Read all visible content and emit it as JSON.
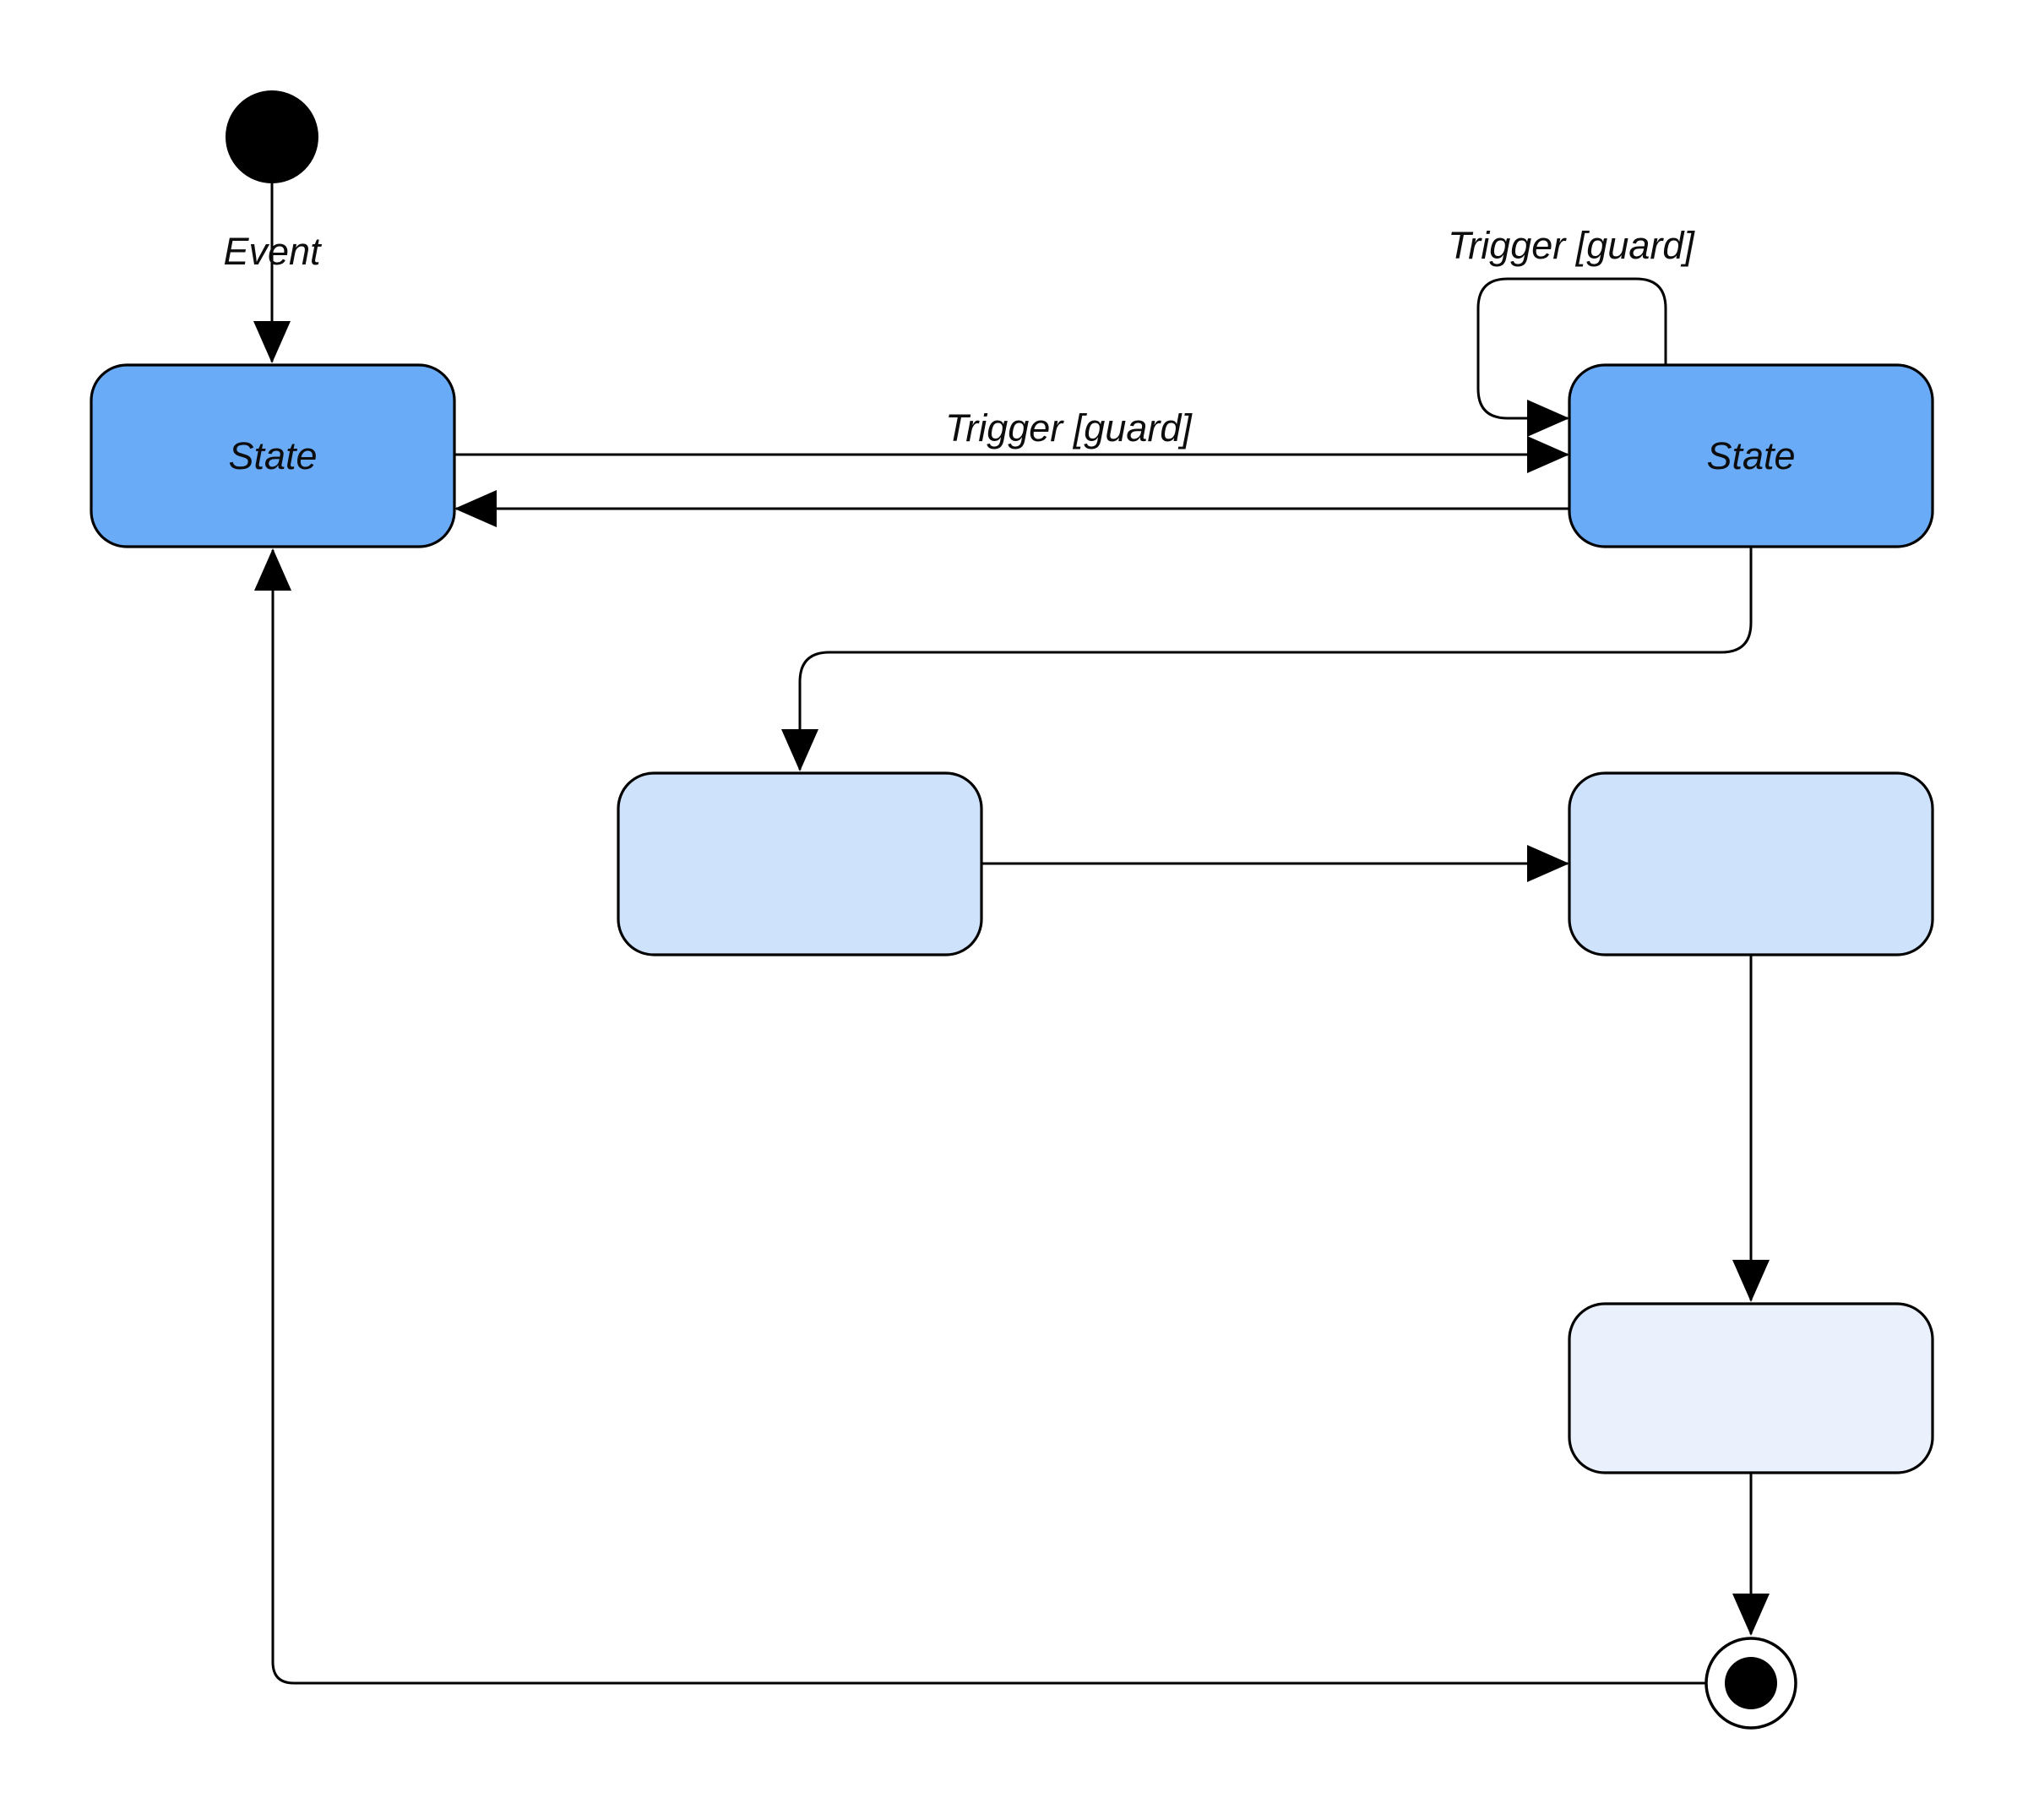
{
  "diagram": {
    "type": "UML state machine diagram",
    "background": "#ffffff",
    "colors": {
      "state_fill": "#6aabf8",
      "substate_fill": "#cfe2fc",
      "substate_light_fill": "#ebf1fc",
      "initial_fill": "#000000",
      "final_dot_fill": "#000000",
      "final_ring_fill": "#ffffff",
      "line": "#000000",
      "text": "#0d0d0d"
    },
    "nodes": {
      "initial": {
        "kind": "initial-pseudostate",
        "label": ""
      },
      "state_left": {
        "label": "State"
      },
      "state_right": {
        "label": "State"
      },
      "substate_top": {
        "label": ""
      },
      "substate_right": {
        "label": ""
      },
      "substate_bottom": {
        "label": ""
      },
      "final": {
        "kind": "final-state",
        "label": ""
      }
    },
    "edges": {
      "initial_to_state_left": {
        "label": "Event"
      },
      "state_left_to_state_right": {
        "label": "Trigger [guard]"
      },
      "state_right_to_state_left": {
        "label": ""
      },
      "state_right_self_loop": {
        "label": "Trigger [guard]"
      },
      "state_right_to_substate_top": {
        "label": ""
      },
      "substate_top_to_substate_right": {
        "label": ""
      },
      "substate_right_to_substate_bottom": {
        "label": ""
      },
      "substate_bottom_to_final": {
        "label": ""
      },
      "final_to_state_left": {
        "label": ""
      }
    }
  }
}
